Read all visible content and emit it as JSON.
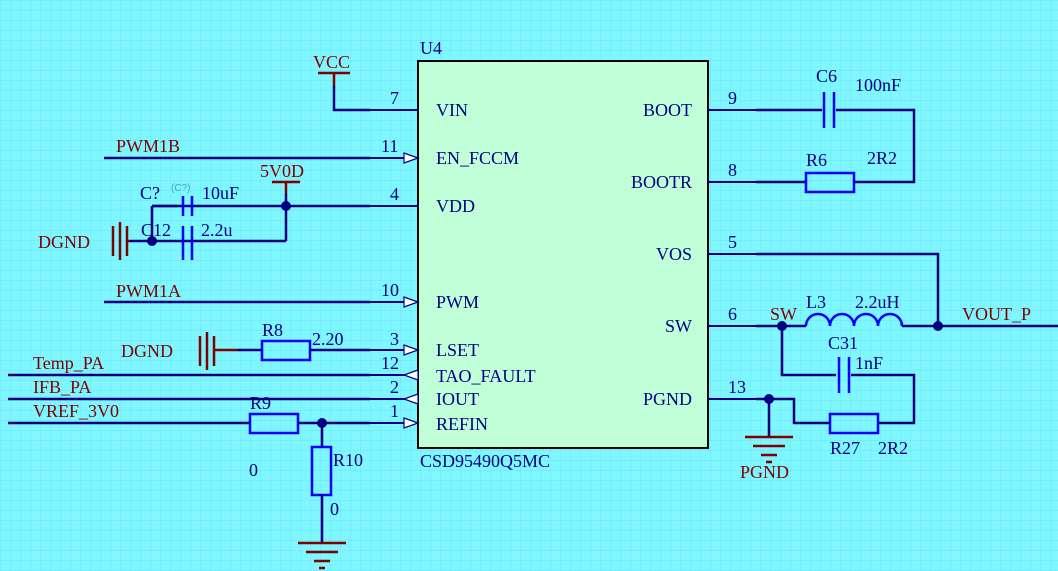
{
  "ic": {
    "designator": "U4",
    "part": "CSD95490Q5MC",
    "fill": "#c0ffd8",
    "left_pins": [
      {
        "num": "7",
        "name": "VIN"
      },
      {
        "num": "11",
        "name": "EN_FCCM"
      },
      {
        "num": "4",
        "name": "VDD"
      },
      {
        "num": "10",
        "name": "PWM"
      },
      {
        "num": "3",
        "name": "LSET"
      },
      {
        "num": "12",
        "name": "TAO_FAULT"
      },
      {
        "num": "2",
        "name": "IOUT"
      },
      {
        "num": "1",
        "name": "REFIN"
      }
    ],
    "right_pins": [
      {
        "num": "9",
        "name": "BOOT"
      },
      {
        "num": "8",
        "name": "BOOTR"
      },
      {
        "num": "5",
        "name": "VOS"
      },
      {
        "num": "6",
        "name": "SW"
      },
      {
        "num": "13",
        "name": "PGND"
      }
    ]
  },
  "nets": {
    "vcc": "VCC",
    "pwm1b": "PWM1B",
    "v5v0d": "5V0D",
    "pwm1a": "PWM1A",
    "temp_pa": "Temp_PA",
    "ifb_pa": "IFB_PA",
    "vref": "VREF_3V0",
    "dgnd1": "DGND",
    "dgnd2": "DGND",
    "sw": "SW",
    "vout": "VOUT_P",
    "pgnd": "PGND"
  },
  "components": {
    "c_unk": {
      "ref": "C?",
      "value": "10uF",
      "faint": "(C?)"
    },
    "c12": {
      "ref": "C12",
      "value": "2.2u"
    },
    "r8": {
      "ref": "R8",
      "value": "2.20"
    },
    "r9": {
      "ref": "R9",
      "value": "0"
    },
    "r10": {
      "ref": "R10",
      "value": "0"
    },
    "c6": {
      "ref": "C6",
      "value": "100nF"
    },
    "r6": {
      "ref": "R6",
      "value": "2R2"
    },
    "l3": {
      "ref": "L3",
      "value": "2.2uH"
    },
    "c31": {
      "ref": "C31",
      "value": "1nF"
    },
    "r27": {
      "ref": "R27",
      "value": "2R2"
    }
  },
  "colors": {
    "background": "#80f6ff",
    "grid": "#66e6f4",
    "wire": "#000080",
    "component": "#0000ff",
    "net_label": "#800000"
  }
}
